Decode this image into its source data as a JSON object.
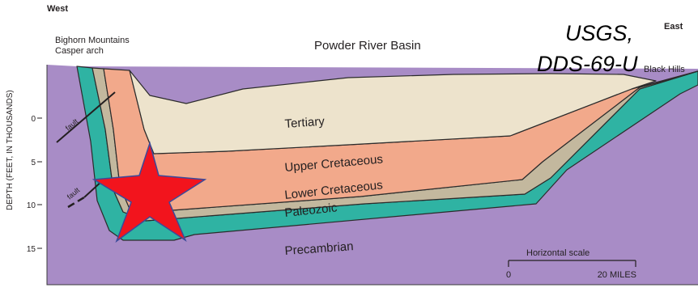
{
  "directions": {
    "west": "West",
    "east": "East"
  },
  "places": {
    "west_line1": "Bighorn Mountains",
    "west_line2": "Casper arch",
    "basin": "Powder River Basin",
    "east": "Black Hills"
  },
  "citation": {
    "line1": "USGS,",
    "line2": "DDS-69-U"
  },
  "units": {
    "tertiary": "Tertiary",
    "upper_cretaceous": "Upper Cretaceous",
    "lower_cretaceous": "Lower Cretaceous",
    "paleozoic": "Paleozoic",
    "precambrian": "Precambrian"
  },
  "fault_labels": [
    "fault",
    "fault"
  ],
  "depth_axis": {
    "label": "DEPTH (FEET, IN THOUSANDS)",
    "ticks": [
      "0",
      "5",
      "10",
      "15"
    ]
  },
  "scale_bar": {
    "title": "Horizontal scale",
    "start": "0",
    "end": "20 MILES"
  },
  "colors": {
    "tertiary": "#ede3cc",
    "upper_cretaceous": "#f2a98b",
    "lower_cretaceous": "#c3b89e",
    "paleozoic": "#2fb3a3",
    "precambrian": "#a88cc6",
    "star": "#f2141d"
  }
}
